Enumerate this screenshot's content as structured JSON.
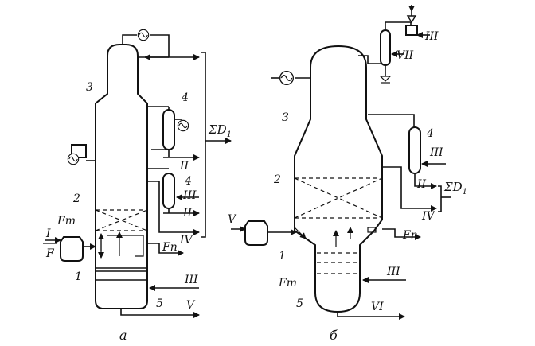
{
  "left": {
    "caption": "а",
    "labels": {
      "n3": "3",
      "n4a": "4",
      "n4b": "4",
      "n2": "2",
      "n1": "1",
      "n5": "5",
      "fm": "Fm",
      "fn": "Fn",
      "i": "I",
      "f": "F",
      "ii_a": "II",
      "iii_a": "III",
      "ii_b": "II",
      "iv": "IV",
      "iii_bottom": "III",
      "v": "V",
      "sum_main": "ΣD",
      "sum_sub": "1"
    }
  },
  "right": {
    "caption": "б",
    "labels": {
      "n3": "3",
      "n4": "4",
      "n2": "2",
      "n1": "1",
      "n5": "5",
      "fm": "Fm",
      "fn": "Fn",
      "v_feed": "V",
      "vii": "VII",
      "iii_top": "III",
      "iii_side": "III",
      "ii": "II",
      "iv": "IV",
      "iii_bottom": "III",
      "vi": "VI",
      "sum_main": "ΣD",
      "sum_sub": "1"
    }
  }
}
